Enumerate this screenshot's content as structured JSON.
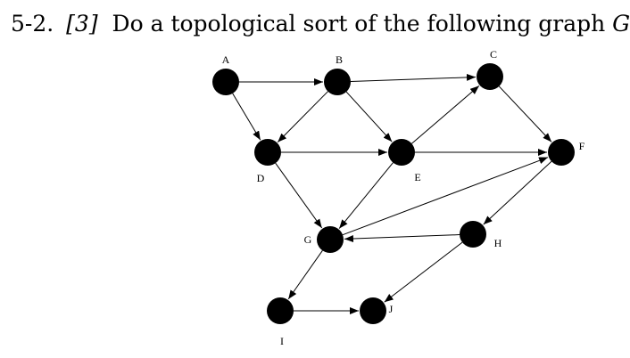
{
  "problem": {
    "number": "5-2.",
    "difficulty": "[3]",
    "text": "Do a topological sort of the following graph",
    "graph_var": "G",
    "colon": ":"
  },
  "graph": {
    "nodes": [
      "A",
      "B",
      "C",
      "D",
      "E",
      "F",
      "G",
      "H",
      "I",
      "J"
    ],
    "edges": [
      [
        "A",
        "B"
      ],
      [
        "A",
        "D"
      ],
      [
        "B",
        "C"
      ],
      [
        "B",
        "D"
      ],
      [
        "B",
        "E"
      ],
      [
        "C",
        "F"
      ],
      [
        "D",
        "E"
      ],
      [
        "D",
        "G"
      ],
      [
        "E",
        "C"
      ],
      [
        "E",
        "F"
      ],
      [
        "E",
        "G"
      ],
      [
        "F",
        "H"
      ],
      [
        "G",
        "F"
      ],
      [
        "G",
        "I"
      ],
      [
        "H",
        "G"
      ],
      [
        "H",
        "J"
      ],
      [
        "I",
        "J"
      ]
    ]
  }
}
